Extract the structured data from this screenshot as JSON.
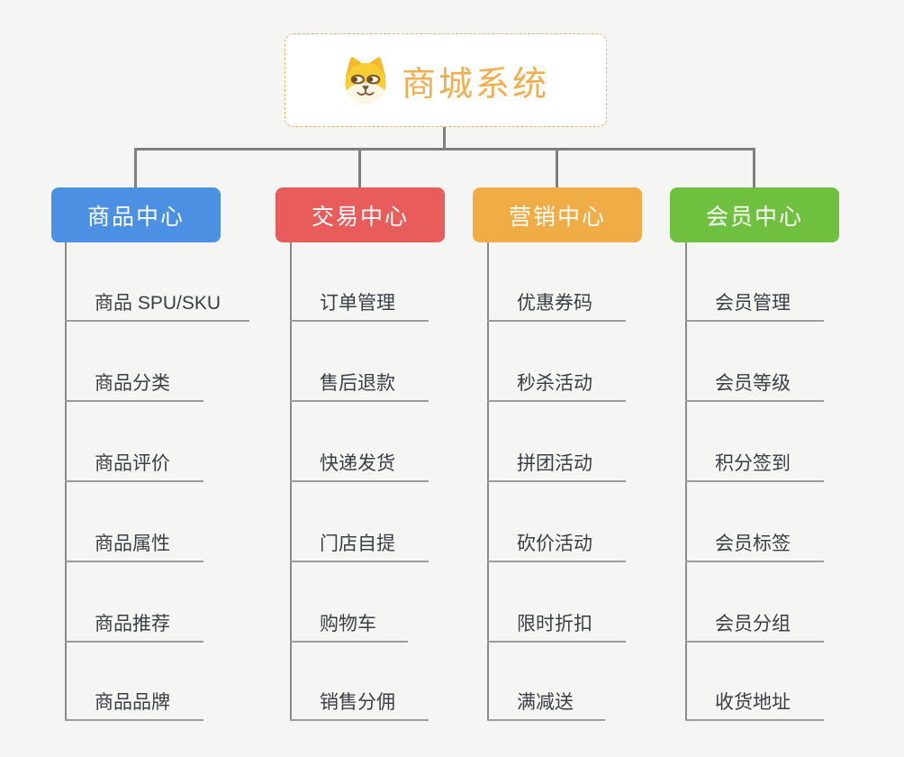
{
  "root": {
    "title": "商城系统",
    "icon": "doge-icon",
    "title_color": "#f1ad4e",
    "border_color": "#f3b45d"
  },
  "connector_color": "#7f7f7f",
  "background_color": "#f5f5f4",
  "branches": [
    {
      "label": "商品中心",
      "color": "#4b90e2",
      "items": [
        "商品 SPU/SKU",
        "商品分类",
        "商品评价",
        "商品属性",
        "商品推荐",
        "商品品牌"
      ]
    },
    {
      "label": "交易中心",
      "color": "#e85d5b",
      "items": [
        "订单管理",
        "售后退款",
        "快递发货",
        "门店自提",
        "购物车",
        "销售分佣"
      ]
    },
    {
      "label": "营销中心",
      "color": "#f0ac45",
      "items": [
        "优惠券码",
        "秒杀活动",
        "拼团活动",
        "砍价活动",
        "限时折扣",
        "满减送"
      ]
    },
    {
      "label": "会员中心",
      "color": "#70c040",
      "items": [
        "会员管理",
        "会员等级",
        "积分签到",
        "会员标签",
        "会员分组",
        "收货地址"
      ]
    }
  ]
}
